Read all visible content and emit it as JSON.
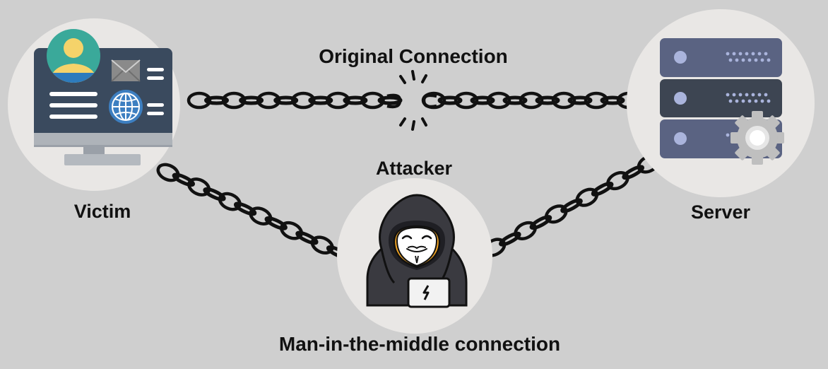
{
  "labels": {
    "original_connection": "Original Connection",
    "attacker": "Attacker",
    "victim": "Victim",
    "server": "Server",
    "mitm_connection": "Man-in-the-middle connection"
  },
  "nodes": [
    {
      "id": "victim",
      "icon": "computer-monitor-icon"
    },
    {
      "id": "attacker",
      "icon": "hooded-hacker-icon"
    },
    {
      "id": "server",
      "icon": "server-rack-icon"
    }
  ],
  "connections": [
    {
      "from": "victim",
      "to": "server",
      "style": "chain",
      "state": "broken"
    },
    {
      "from": "victim",
      "to": "attacker",
      "style": "chain",
      "state": "intact"
    },
    {
      "from": "attacker",
      "to": "server",
      "style": "chain",
      "state": "intact"
    }
  ],
  "colors": {
    "background": "#cfcfcf",
    "node_circle": "#e9e7e5",
    "chain": "#111111",
    "monitor_body": "#3a4a5e",
    "monitor_stand": "#9aa0a8",
    "avatar_teal": "#3aa99a",
    "avatar_skin": "#f5d36a",
    "globe_blue": "#3d7fc1",
    "server_unit": "#5a6382",
    "server_unit_mid": "#3d4552",
    "server_light": "#aab4dc",
    "gear": "#bfbfbf",
    "hood": "#3a3a40",
    "face": "#f5a623",
    "laptop": "#f2f2f2"
  }
}
